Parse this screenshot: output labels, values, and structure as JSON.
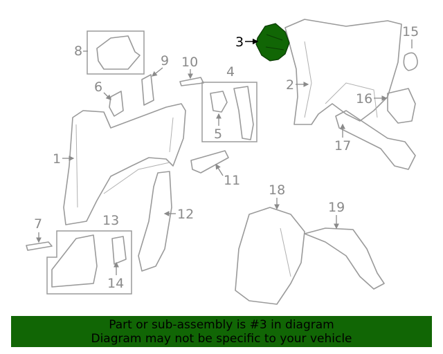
{
  "diagram": {
    "highlight_color": "#116605",
    "line_color": "#9a9a9a",
    "highlighted_part": "3",
    "callouts": [
      "1",
      "2",
      "3",
      "4",
      "5",
      "6",
      "7",
      "8",
      "9",
      "10",
      "11",
      "12",
      "13",
      "14",
      "15",
      "16",
      "17",
      "18",
      "19"
    ]
  },
  "banner": {
    "line1": "Part or sub-assembly is #3 in diagram",
    "line2": "Diagram may not be specific to your vehicle",
    "background": "#116605"
  }
}
